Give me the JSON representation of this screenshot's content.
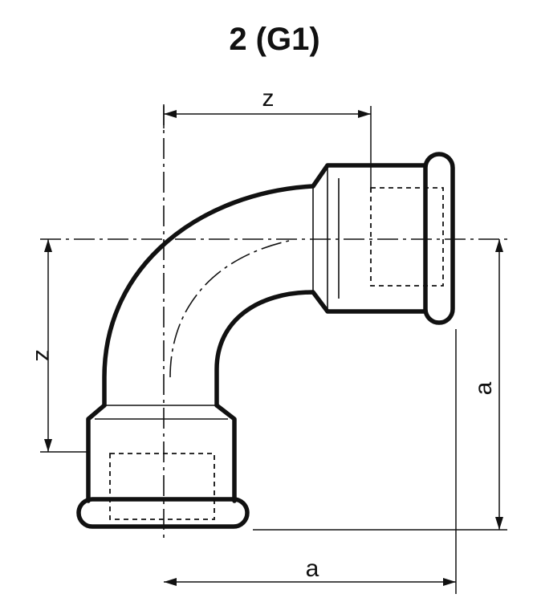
{
  "title": "2 (G1)",
  "dimensions": {
    "top_z": "z",
    "left_z": "z",
    "right_a": "a",
    "bottom_a": "a"
  },
  "colors": {
    "line": "#111111",
    "background": "#ffffff"
  }
}
